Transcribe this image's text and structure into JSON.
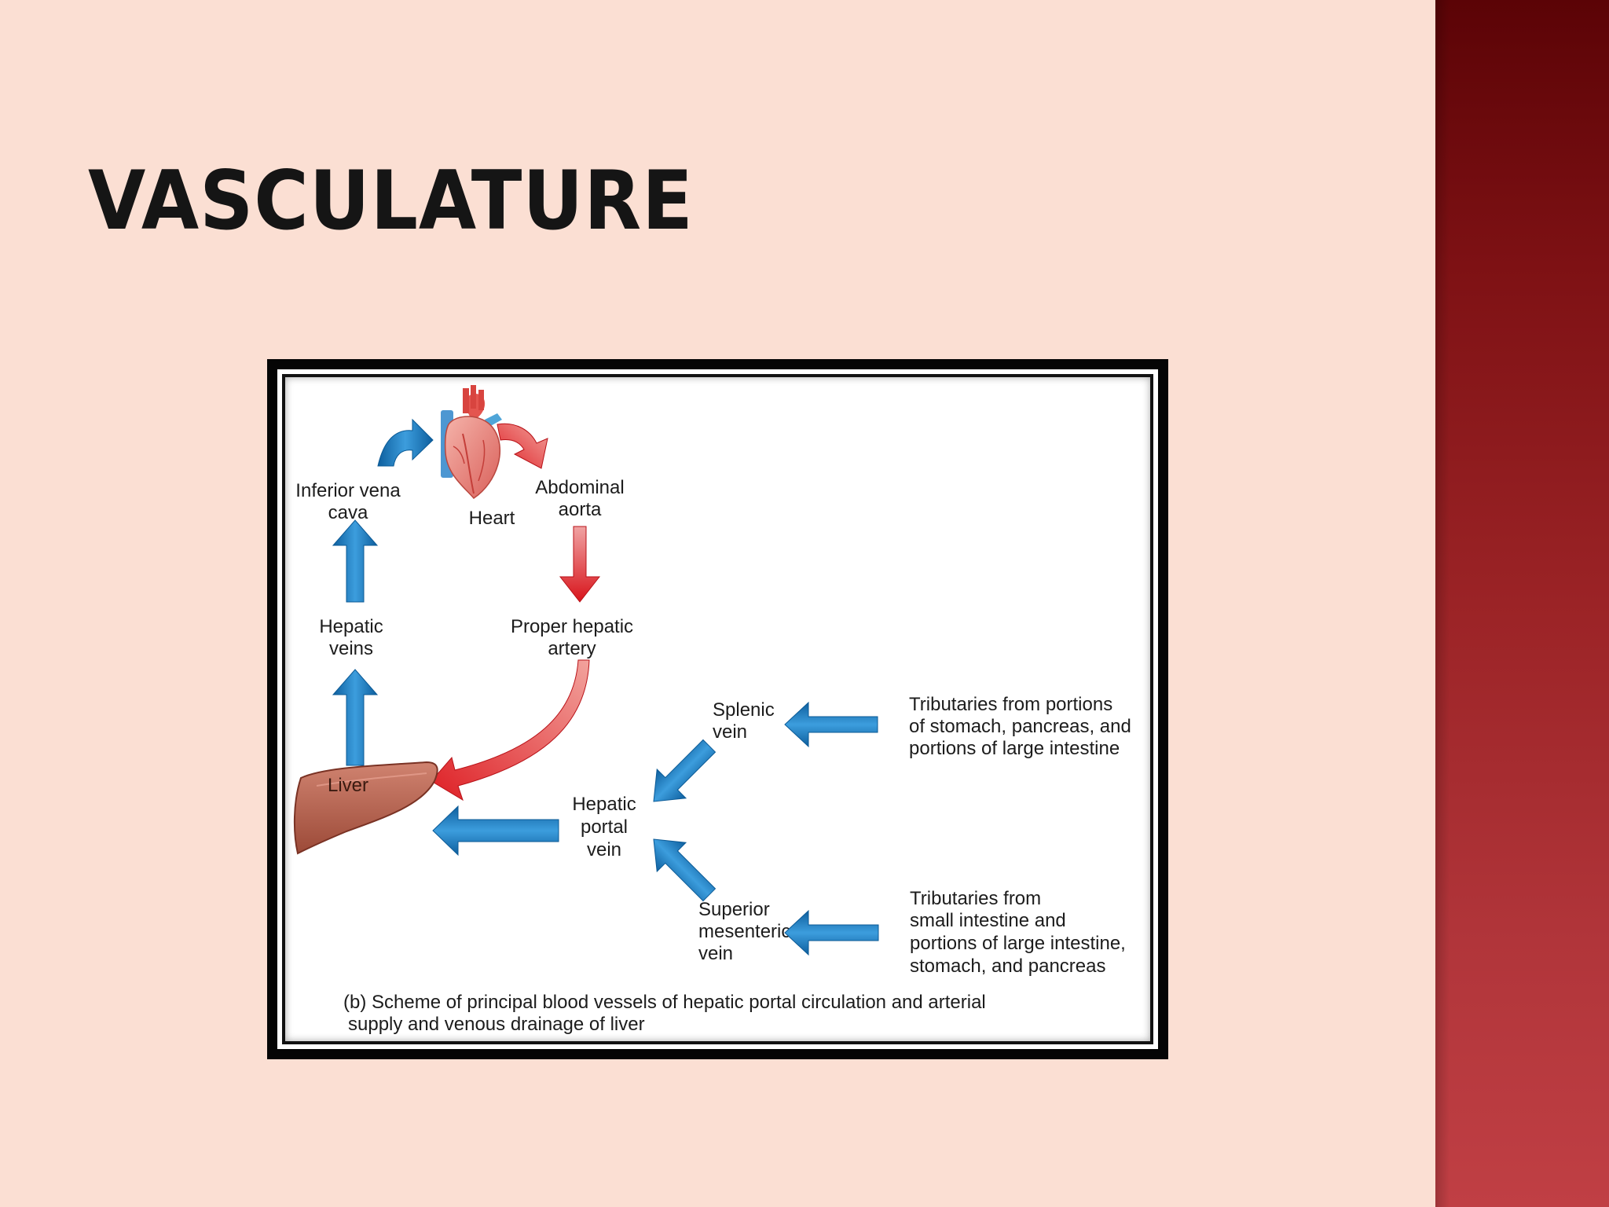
{
  "slide": {
    "title": "VASCULATURE"
  },
  "diagram": {
    "labels": {
      "ivc_1": "Inferior vena",
      "ivc_2": "cava",
      "heart": "Heart",
      "aorta_1": "Abdominal",
      "aorta_2": "aorta",
      "hepatic_veins_1": "Hepatic",
      "hepatic_veins_2": "veins",
      "proper_artery_1": "Proper hepatic",
      "proper_artery_2": "artery",
      "liver": "Liver",
      "splenic_1": "Splenic",
      "splenic_2": "vein",
      "portal_1": "Hepatic",
      "portal_2": "portal",
      "portal_3": "vein",
      "sup_mes_1": "Superior",
      "sup_mes_2": "mesenteric",
      "sup_mes_3": "vein",
      "trib_top_1": "Tributaries from portions",
      "trib_top_2": "of stomach, pancreas, and",
      "trib_top_3": "portions of large intestine",
      "trib_bot_1": "Tributaries from",
      "trib_bot_2": "small intestine and",
      "trib_bot_3": "portions of large intestine,",
      "trib_bot_4": "stomach, and pancreas"
    },
    "caption_1": "(b) Scheme of principal blood vessels of hepatic portal circulation and arterial",
    "caption_2": "supply and venous drainage of liver",
    "colors": {
      "venous": "#1b78c0",
      "arterial": "#e5262b",
      "liver": "#b96452",
      "heart": "#ec8f86"
    }
  }
}
